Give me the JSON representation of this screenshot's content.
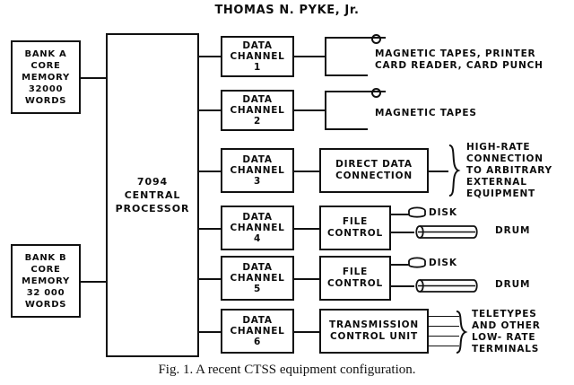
{
  "header": {
    "author": "THOMAS N. PYKE, Jr."
  },
  "caption": {
    "fig_label": "Fig. 1.",
    "text": "A recent CTSS equipment configuration.",
    "full": "Fig. 1. A recent CTSS equipment configuration."
  },
  "memory": [
    {
      "name": "bank-a",
      "lines": [
        "BANK A",
        "CORE",
        "MEMORY",
        "32000",
        "WORDS"
      ]
    },
    {
      "name": "bank-b",
      "lines": [
        "BANK B",
        "CORE",
        "MEMORY",
        "32 000",
        "WORDS"
      ]
    }
  ],
  "cpu": {
    "lines": [
      "7094",
      "CENTRAL",
      "PROCESSOR"
    ]
  },
  "channels": [
    {
      "number": "1",
      "line1": "DATA",
      "line2": "CHANNEL",
      "line3": "1"
    },
    {
      "number": "2",
      "line1": "DATA",
      "line2": "CHANNEL",
      "line3": "2"
    },
    {
      "number": "3",
      "line1": "DATA",
      "line2": "CHANNEL",
      "line3": "3"
    },
    {
      "number": "4",
      "line1": "DATA",
      "line2": "CHANNEL",
      "line3": "4"
    },
    {
      "number": "5",
      "line1": "DATA",
      "line2": "CHANNEL",
      "line3": "5"
    },
    {
      "number": "6",
      "line1": "DATA",
      "line2": "CHANNEL",
      "line3": "6"
    }
  ],
  "controllers": {
    "direct_data": {
      "line1": "DIRECT DATA",
      "line2": "CONNECTION"
    },
    "file_control_4": {
      "line1": "FILE",
      "line2": "CONTROL"
    },
    "file_control_5": {
      "line1": "FILE",
      "line2": "CONTROL"
    },
    "transmission": {
      "line1": "TRANSMISSION",
      "line2": "CONTROL UNIT"
    }
  },
  "peripherals": {
    "channel1_label": [
      "MAGNETIC TAPES, PRINTER",
      "CARD READER, CARD PUNCH"
    ],
    "channel2_label": [
      "MAGNETIC TAPES"
    ],
    "channel3_label": [
      "HIGH-RATE",
      "CONNECTION",
      "TO ARBITRARY",
      "EXTERNAL",
      "EQUIPMENT"
    ],
    "channel6_label": [
      "TELETYPES",
      "AND OTHER",
      "LOW- RATE",
      "TERMINALS"
    ],
    "disk_4": "DISK",
    "drum_4": "DRUM",
    "disk_5": "DISK",
    "drum_5": "DRUM"
  },
  "colors": {
    "ink": "#111111",
    "paper": "#ffffff"
  }
}
